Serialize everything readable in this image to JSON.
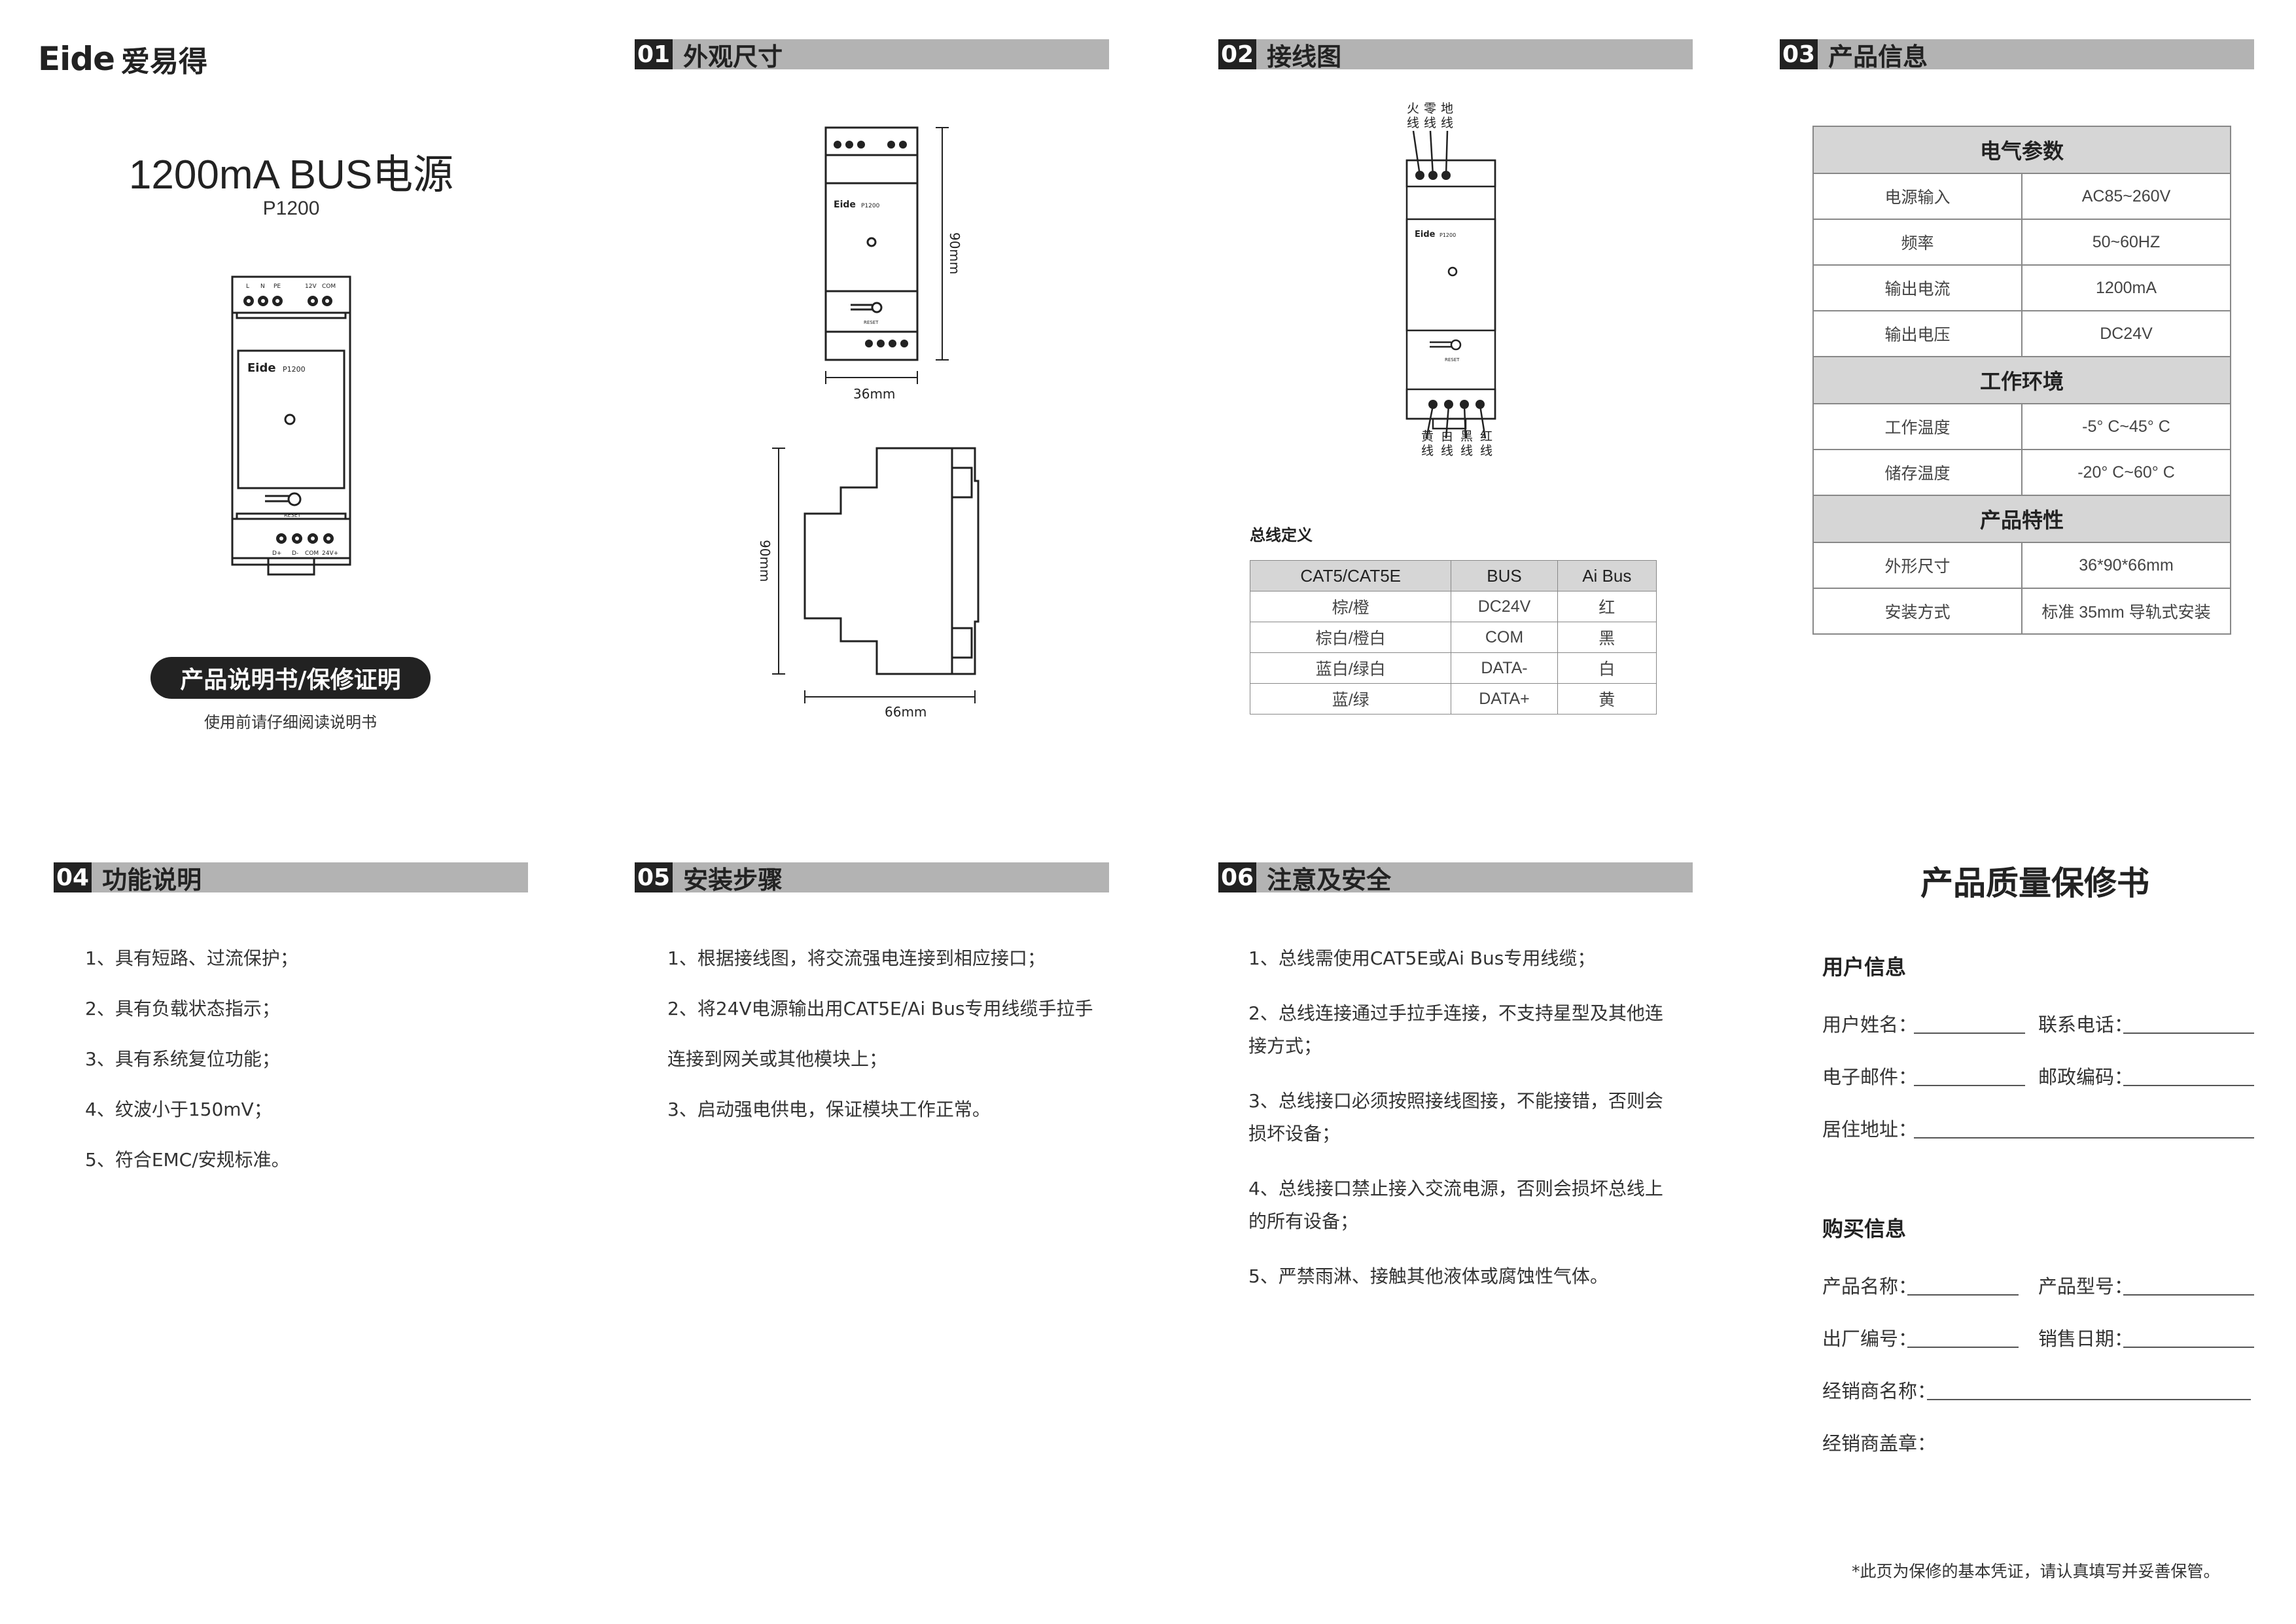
{
  "brand": {
    "logo_mark": "Eide",
    "logo_cn": "爱易得"
  },
  "cover": {
    "title": "1200mA BUS电源",
    "model": "P1200",
    "pill": "产品说明书/保修证明",
    "pill_sub": "使用前请仔细阅读说明书"
  },
  "device": {
    "top_terms": [
      "L",
      "N",
      "PE",
      "12V",
      "COM"
    ],
    "label_brand": "Eide",
    "label_model": "P1200",
    "reset": "RESET",
    "bottom_terms": [
      "D+",
      "D-",
      "COM",
      "24V+"
    ]
  },
  "sections": {
    "s01": {
      "num": "01",
      "title": "外观尺寸"
    },
    "s02": {
      "num": "02",
      "title": "接线图"
    },
    "s03": {
      "num": "03",
      "title": "产品信息"
    },
    "s04": {
      "num": "04",
      "title": "功能说明"
    },
    "s05": {
      "num": "05",
      "title": "安装步骤"
    },
    "s06": {
      "num": "06",
      "title": "注意及安全"
    }
  },
  "dimensions": {
    "height": "90mm",
    "width": "36mm",
    "depth": "66mm",
    "side_height": "90mm"
  },
  "wiring": {
    "top_wires": [
      [
        "火",
        "线"
      ],
      [
        "零",
        "线"
      ],
      [
        "地",
        "线"
      ]
    ],
    "bottom_wires": [
      [
        "黄",
        "线"
      ],
      [
        "白",
        "线"
      ],
      [
        "黑",
        "线"
      ],
      [
        "红",
        "线"
      ]
    ]
  },
  "bus_def": {
    "title": "总线定义",
    "headers": [
      "CAT5/CAT5E",
      "BUS",
      "Ai Bus"
    ],
    "rows": [
      [
        "棕/橙",
        "DC24V",
        "红"
      ],
      [
        "棕白/橙白",
        "COM",
        "黑"
      ],
      [
        "蓝白/绿白",
        "DATA-",
        "白"
      ],
      [
        "蓝/绿",
        "DATA+",
        "黄"
      ]
    ]
  },
  "product_info": {
    "groups": [
      {
        "name": "电气参数",
        "rows": [
          [
            "电源输入",
            "AC85~260V"
          ],
          [
            "频率",
            "50~60HZ"
          ],
          [
            "输出电流",
            "1200mA"
          ],
          [
            "输出电压",
            "DC24V"
          ]
        ]
      },
      {
        "name": "工作环境",
        "rows": [
          [
            "工作温度",
            "-5° C~45° C"
          ],
          [
            "储存温度",
            "-20° C~60° C"
          ]
        ]
      },
      {
        "name": "产品特性",
        "rows": [
          [
            "外形尺寸",
            "36*90*66mm"
          ],
          [
            "安装方式",
            "标准 35mm 导轨式安装"
          ]
        ]
      }
    ]
  },
  "functions": [
    "1、具有短路、过流保护；",
    "2、具有负载状态指示；",
    "3、具有系统复位功能；",
    "4、纹波小于150mV；",
    "5、符合EMC/安规标准。"
  ],
  "install_steps": [
    "1、根据接线图，将交流强电连接到相应接口；",
    "2、将24V电源输出用CAT5E/Ai Bus专用线缆手拉手",
    "连接到网关或其他模块上；",
    "3、启动强电供电，保证模块工作正常。"
  ],
  "safety": [
    [
      "1、总线需使用CAT5E或Ai Bus专用线缆；"
    ],
    [
      "2、总线连接通过手拉手连接，不支持星型及其他连",
      "接方式；"
    ],
    [
      "3、总线接口必须按照接线图接，不能接错，否则会",
      "损坏设备；"
    ],
    [
      "4、总线接口禁止接入交流电源，否则会损坏总线上",
      "的所有设备；"
    ],
    [
      "5、严禁雨淋、接触其他液体或腐蚀性气体。"
    ]
  ],
  "warranty": {
    "title": "产品质量保修书",
    "user_info": "用户信息",
    "name": "用户姓名：",
    "phone": "联系电话：",
    "email": "电子邮件：",
    "zip": "邮政编码：",
    "address": "居住地址：",
    "purchase_info": "购买信息",
    "product_name": "产品名称：",
    "product_model": "产品型号：",
    "serial": "出厂编号：",
    "sale_date": "销售日期：",
    "dealer": "经销商名称：",
    "stamp": "经销商盖章：",
    "note": "*此页为保修的基本凭证，请认真填写并妥善保管。"
  }
}
